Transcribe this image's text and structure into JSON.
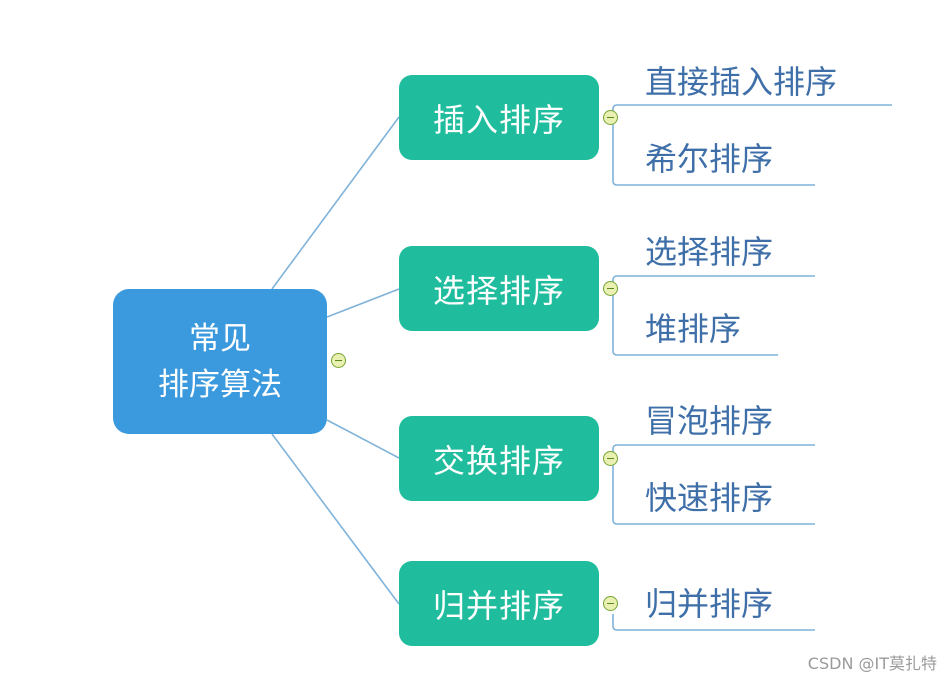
{
  "root": {
    "line1": "常见",
    "line2": "排序算法",
    "color": "#3b9ade"
  },
  "branches": [
    {
      "label": "插入排序",
      "children": [
        "直接插入排序",
        "希尔排序"
      ]
    },
    {
      "label": "选择排序",
      "children": [
        "选择排序",
        "堆排序"
      ]
    },
    {
      "label": "交换排序",
      "children": [
        "冒泡排序",
        "快速排序"
      ]
    },
    {
      "label": "归并排序",
      "children": [
        "归并排序"
      ]
    }
  ],
  "colors": {
    "branch": "#1fbd9d",
    "connector": "#7fb3da",
    "leaf_text": "#3f6fa8",
    "toggle_fill": "#e9f0b2",
    "toggle_border": "#77a534"
  },
  "icons": {
    "collapse": "minus-circle-icon"
  },
  "watermark": "CSDN @IT莫扎特"
}
